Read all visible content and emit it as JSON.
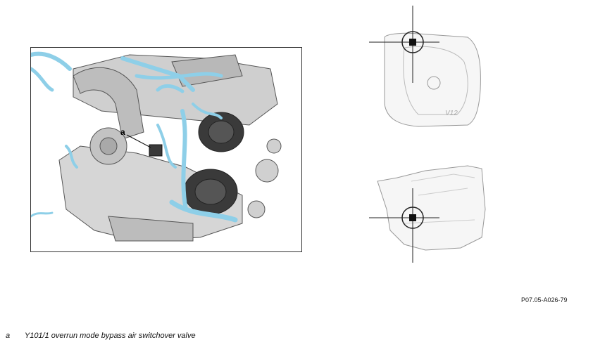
{
  "figure": {
    "callout_letter": "a",
    "code": "P07.05-A026-79",
    "top_view_label": "V12"
  },
  "legend": {
    "items": [
      {
        "key": "a",
        "text": "Y101/1 overrun mode bypass air switchover valve"
      }
    ]
  },
  "colors": {
    "highlight_blue": "#8ecfe8",
    "outline_dark": "#333333",
    "engine_gray": "#c9c9c9"
  }
}
